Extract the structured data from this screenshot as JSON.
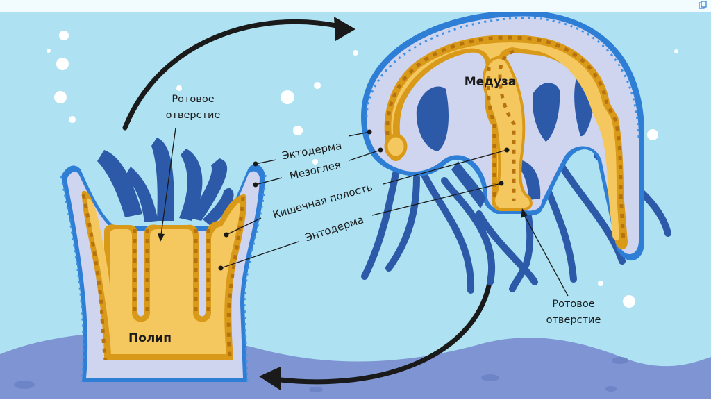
{
  "colors": {
    "water": "#aee2f2",
    "seabed": "#7f95d3",
    "ectoderm": "#2f7ed6",
    "mesoglea": "#cfd4ef",
    "endoderm": "#d99a1a",
    "cavity": "#f5c85f",
    "tentacle": "#2c5aa8",
    "arrow": "#1a1a1a"
  },
  "labels": {
    "polyp": "Полип",
    "medusa": "Медуза",
    "mouth_polyp": [
      "Ротовое",
      "отверстие"
    ],
    "mouth_medusa": [
      "Ротовое",
      "отверстие"
    ],
    "ectoderm": "Эктодерма",
    "mesoglea": "Мезоглея",
    "gut_cavity": "Кишечная полость",
    "endoderm": "Энтодерма"
  },
  "icons": {
    "corner": "copy-icon",
    "cycle_top": "curved-arrow-right-icon",
    "cycle_bottom": "curved-arrow-left-icon"
  }
}
